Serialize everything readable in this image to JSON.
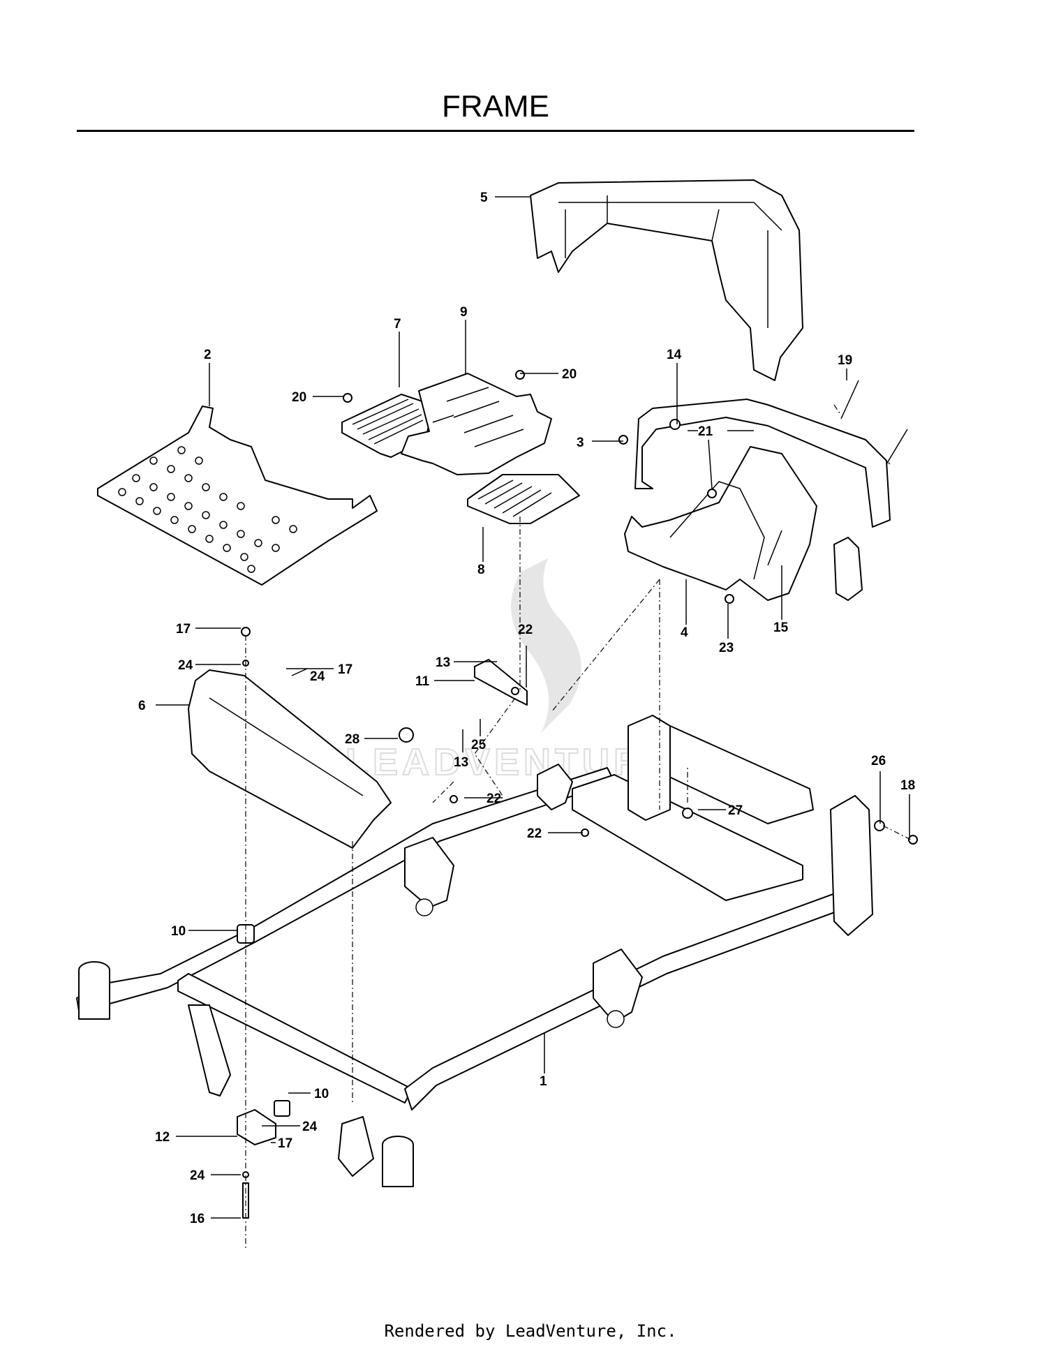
{
  "page": {
    "title": "FRAME",
    "footer": "Rendered by LeadVenture, Inc."
  },
  "callouts": [
    {
      "id": "c5",
      "label": "5"
    },
    {
      "id": "c7",
      "label": "7"
    },
    {
      "id": "c9",
      "label": "9"
    },
    {
      "id": "c2",
      "label": "2"
    },
    {
      "id": "c20a",
      "label": "20"
    },
    {
      "id": "c20b",
      "label": "20"
    },
    {
      "id": "c14",
      "label": "14"
    },
    {
      "id": "c19",
      "label": "19"
    },
    {
      "id": "c3",
      "label": "3"
    },
    {
      "id": "c21",
      "label": "21"
    },
    {
      "id": "c8",
      "label": "8"
    },
    {
      "id": "c4",
      "label": "4"
    },
    {
      "id": "c23",
      "label": "23"
    },
    {
      "id": "c15",
      "label": "15"
    },
    {
      "id": "c17a",
      "label": "17"
    },
    {
      "id": "c22a",
      "label": "22"
    },
    {
      "id": "c24a",
      "label": "24"
    },
    {
      "id": "c13a",
      "label": "13"
    },
    {
      "id": "c17b",
      "label": "17"
    },
    {
      "id": "c24b",
      "label": "24"
    },
    {
      "id": "c11",
      "label": "11"
    },
    {
      "id": "c6",
      "label": "6"
    },
    {
      "id": "c28",
      "label": "28"
    },
    {
      "id": "c25",
      "label": "25"
    },
    {
      "id": "c13b",
      "label": "13"
    },
    {
      "id": "c26",
      "label": "26"
    },
    {
      "id": "c18",
      "label": "18"
    },
    {
      "id": "c22b",
      "label": "22"
    },
    {
      "id": "c27",
      "label": "27"
    },
    {
      "id": "c22c",
      "label": "22"
    },
    {
      "id": "c10a",
      "label": "10"
    },
    {
      "id": "c1",
      "label": "1"
    },
    {
      "id": "c10b",
      "label": "10"
    },
    {
      "id": "c24c",
      "label": "24"
    },
    {
      "id": "c12",
      "label": "12"
    },
    {
      "id": "c17c",
      "label": "17"
    },
    {
      "id": "c24d",
      "label": "24"
    },
    {
      "id": "c16",
      "label": "16"
    }
  ]
}
